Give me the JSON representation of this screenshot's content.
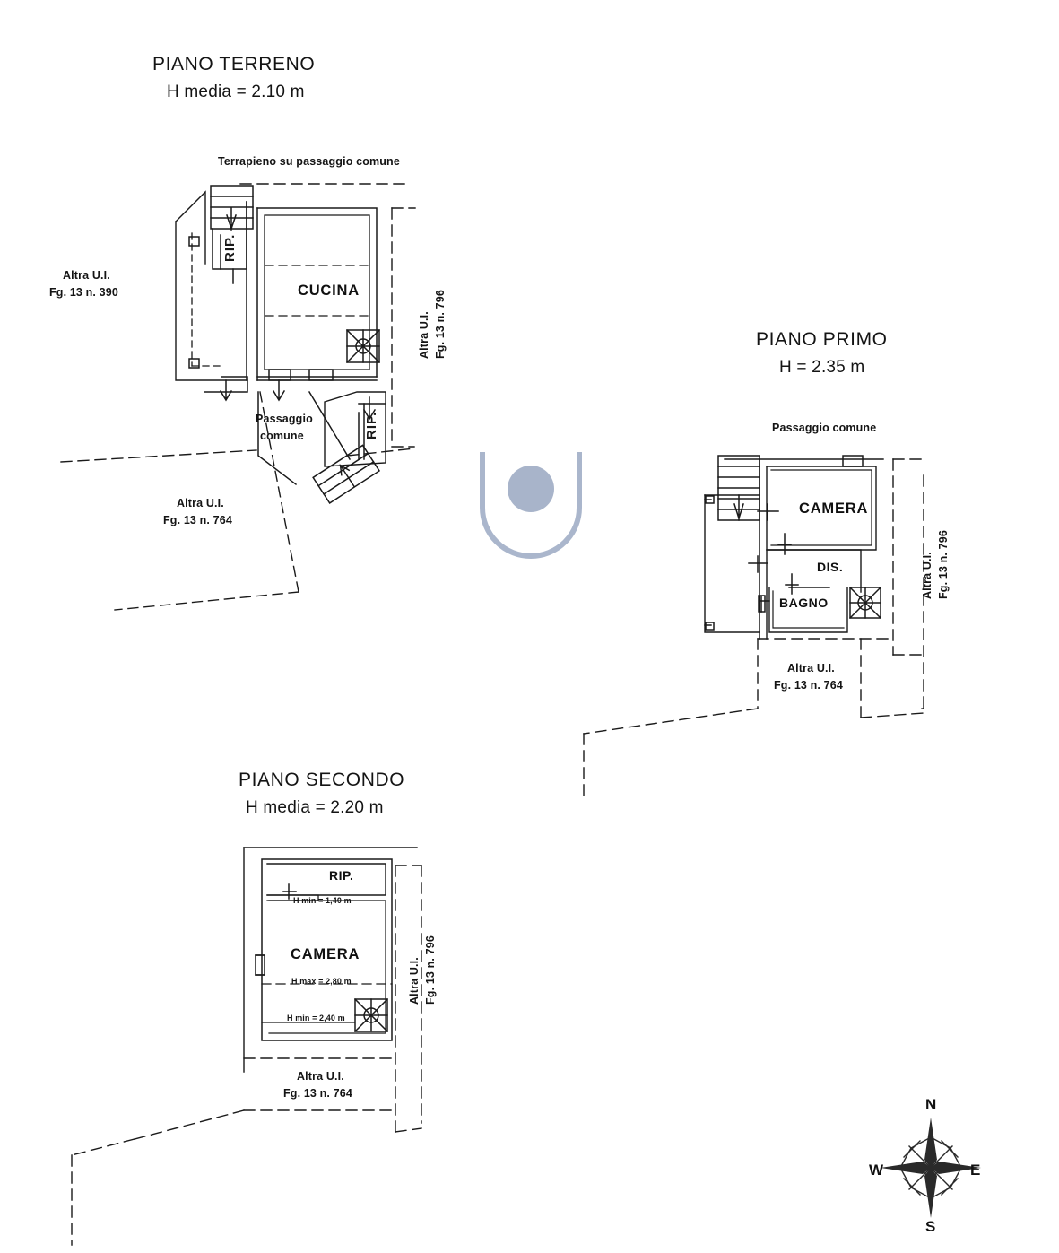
{
  "document": {
    "kind": "planimetria-catastale",
    "watermark_icon": "u-logo-watermark"
  },
  "floors": [
    {
      "id": "piano-terreno",
      "title": "PIANO TERRENO",
      "height_label": "H media = 2.10 m",
      "top_note": "Terrapieno su passaggio comune",
      "rooms": [
        {
          "name": "CUCINA"
        },
        {
          "name": "RIP."
        },
        {
          "name": "RIP."
        }
      ],
      "passage_label_line1": "Passaggio",
      "passage_label_line2": "comune",
      "neighbours": [
        {
          "line1": "Altra U.I.",
          "line2": "Fg. 13 n. 390",
          "orientation": "horizontal"
        },
        {
          "line1": "Altra U.I.",
          "line2": "Fg. 13 n. 796",
          "orientation": "vertical"
        },
        {
          "line1": "Altra U.I.",
          "line2": "Fg. 13 n. 764",
          "orientation": "horizontal"
        }
      ]
    },
    {
      "id": "piano-primo",
      "title": "PIANO PRIMO",
      "height_label": "H = 2.35 m",
      "top_note": "Passaggio comune",
      "rooms": [
        {
          "name": "CAMERA"
        },
        {
          "name": "DIS."
        },
        {
          "name": "BAGNO"
        }
      ],
      "neighbours": [
        {
          "line1": "Altra U.I.",
          "line2": "Fg. 13 n. 796",
          "orientation": "vertical"
        },
        {
          "line1": "Altra U.I.",
          "line2": "Fg. 13 n. 764",
          "orientation": "horizontal"
        }
      ]
    },
    {
      "id": "piano-secondo",
      "title": "PIANO SECONDO",
      "height_label": "H media = 2.20 m",
      "rooms": [
        {
          "name": "RIP."
        },
        {
          "name": "CAMERA"
        }
      ],
      "height_annotations": [
        {
          "text": "H min = 1,40 m"
        },
        {
          "text": "H max = 2,80 m"
        },
        {
          "text": "H min = 2,40 m"
        }
      ],
      "neighbours": [
        {
          "line1": "Altra U.I.",
          "line2": "Fg. 13 n. 796",
          "orientation": "vertical"
        },
        {
          "line1": "Altra U.I.",
          "line2": "Fg. 13 n. 764",
          "orientation": "horizontal"
        }
      ]
    }
  ],
  "compass": {
    "north": "N",
    "south": "S",
    "east": "E",
    "west": "W"
  },
  "colors": {
    "ink": "#141414",
    "watermark": "#aab6cc",
    "paper": "#ffffff"
  }
}
